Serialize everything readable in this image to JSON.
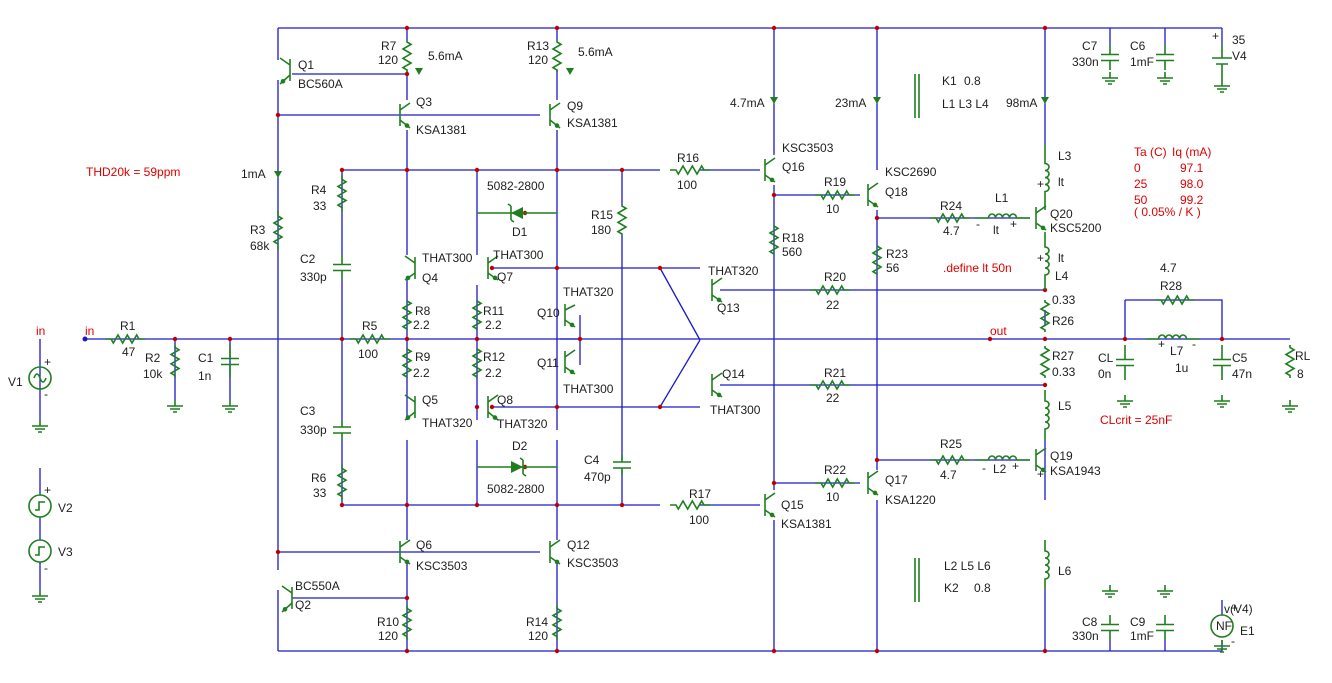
{
  "colors": {
    "wire": "#1a1acc",
    "component": "#1f7f1f",
    "label": "#1e1e1e",
    "annotation": "#e00000",
    "junction": "#c00000"
  },
  "annotations": {
    "thd": "THD20k = 59ppm",
    "define_lt": ".define lt 50n",
    "clcrit": "CLcrit = 25nF",
    "k1_list": "L1 L3 L4",
    "k2_list": "L2 L5 L6",
    "out": "out",
    "in_node": "in",
    "in_node2": "in",
    "probe": "v(V4)"
  },
  "temp_table": {
    "header": [
      "Ta (C)",
      "Iq (mA)"
    ],
    "rows": [
      [
        "0",
        "97.1"
      ],
      [
        "25",
        "98.0"
      ],
      [
        "50",
        "99.2"
      ]
    ],
    "note": "( 0.05% / K )"
  },
  "currents": {
    "i_r7": "5.6mA",
    "i_r13": "5.6mA",
    "i_q16": "4.7mA",
    "i_q18": "23mA",
    "i_q20": "98mA",
    "i_r3": "1mA"
  },
  "components": [
    {
      "ref": "Q1",
      "value": "BC560A"
    },
    {
      "ref": "Q2",
      "value": "BC550A"
    },
    {
      "ref": "Q3",
      "value": "KSA1381"
    },
    {
      "ref": "Q9",
      "value": "KSA1381"
    },
    {
      "ref": "Q4",
      "value": "THAT300"
    },
    {
      "ref": "Q7",
      "value": "THAT300"
    },
    {
      "ref": "Q5",
      "value": "THAT320"
    },
    {
      "ref": "Q8",
      "value": "THAT320"
    },
    {
      "ref": "Q10",
      "value": "THAT320"
    },
    {
      "ref": "Q11",
      "value": "THAT300"
    },
    {
      "ref": "Q13",
      "value": "THAT320"
    },
    {
      "ref": "Q14",
      "value": "THAT300"
    },
    {
      "ref": "Q6",
      "value": "KSC3503"
    },
    {
      "ref": "Q12",
      "value": "KSC3503"
    },
    {
      "ref": "Q16",
      "value": "KSC3503"
    },
    {
      "ref": "Q15",
      "value": "KSA1381"
    },
    {
      "ref": "Q18",
      "value": "KSC2690"
    },
    {
      "ref": "Q17",
      "value": "KSA1220"
    },
    {
      "ref": "Q20",
      "value": "KSC5200"
    },
    {
      "ref": "Q19",
      "value": "KSA1943"
    },
    {
      "ref": "R1",
      "value": "47"
    },
    {
      "ref": "R2",
      "value": "10k"
    },
    {
      "ref": "R3",
      "value": "68k"
    },
    {
      "ref": "R4",
      "value": "33"
    },
    {
      "ref": "R5",
      "value": "100"
    },
    {
      "ref": "R6",
      "value": "33"
    },
    {
      "ref": "R7",
      "value": "120"
    },
    {
      "ref": "R8",
      "value": "2.2"
    },
    {
      "ref": "R9",
      "value": "2.2"
    },
    {
      "ref": "R10",
      "value": "120"
    },
    {
      "ref": "R11",
      "value": "2.2"
    },
    {
      "ref": "R12",
      "value": "2.2"
    },
    {
      "ref": "R13",
      "value": "120"
    },
    {
      "ref": "R14",
      "value": "120"
    },
    {
      "ref": "R15",
      "value": "180"
    },
    {
      "ref": "R16",
      "value": "100"
    },
    {
      "ref": "R17",
      "value": "100"
    },
    {
      "ref": "R18",
      "value": "560"
    },
    {
      "ref": "R19",
      "value": "10"
    },
    {
      "ref": "R20",
      "value": "22"
    },
    {
      "ref": "R21",
      "value": "22"
    },
    {
      "ref": "R22",
      "value": "10"
    },
    {
      "ref": "R23",
      "value": "56"
    },
    {
      "ref": "R24",
      "value": "4.7"
    },
    {
      "ref": "R25",
      "value": "4.7"
    },
    {
      "ref": "R26",
      "value": "0.33"
    },
    {
      "ref": "R27",
      "value": "0.33"
    },
    {
      "ref": "R28",
      "value": "4.7"
    },
    {
      "ref": "RL",
      "value": "8"
    },
    {
      "ref": "C1",
      "value": "1n"
    },
    {
      "ref": "C2",
      "value": "330p"
    },
    {
      "ref": "C3",
      "value": "330p"
    },
    {
      "ref": "C4",
      "value": "470p"
    },
    {
      "ref": "C5",
      "value": "47n"
    },
    {
      "ref": "C6",
      "value": "1mF"
    },
    {
      "ref": "C7",
      "value": "330n"
    },
    {
      "ref": "C8",
      "value": "330n"
    },
    {
      "ref": "C9",
      "value": "1mF"
    },
    {
      "ref": "CL",
      "value": "0n"
    },
    {
      "ref": "L1",
      "value": "lt"
    },
    {
      "ref": "L2",
      "value": "lt"
    },
    {
      "ref": "L3",
      "value": "lt"
    },
    {
      "ref": "L4",
      "value": "lt"
    },
    {
      "ref": "L5",
      "value": ""
    },
    {
      "ref": "L6",
      "value": ""
    },
    {
      "ref": "L7",
      "value": "1u"
    },
    {
      "ref": "D1",
      "value": "5082-2800"
    },
    {
      "ref": "D2",
      "value": "5082-2800"
    },
    {
      "ref": "K1",
      "value": "0.8"
    },
    {
      "ref": "K2",
      "value": "0.8"
    },
    {
      "ref": "V1",
      "value": ""
    },
    {
      "ref": "V2",
      "value": ""
    },
    {
      "ref": "V3",
      "value": ""
    },
    {
      "ref": "V4",
      "value": "35"
    },
    {
      "ref": "E1",
      "value": "NF"
    }
  ]
}
